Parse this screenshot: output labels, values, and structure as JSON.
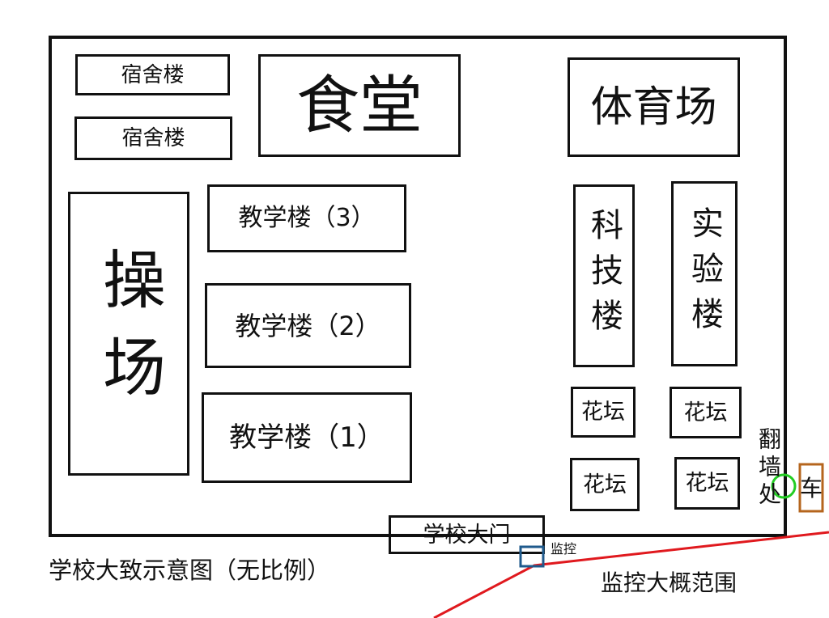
{
  "buildings": {
    "dorm_1": "宿舍楼",
    "dorm_2": "宿舍楼",
    "canteen": "食堂",
    "stadium": "体育场",
    "playground": "操场",
    "teaching_3": "教学楼（3）",
    "teaching_2": "教学楼（2）",
    "teaching_1": "教学楼（1）",
    "tech_building": "科技楼",
    "lab_building": "实验楼",
    "flowerbed_1": "花坛",
    "flowerbed_2": "花坛",
    "flowerbed_3": "花坛",
    "flowerbed_4": "花坛",
    "school_gate": "学校大门"
  },
  "markers": {
    "wall_climb": "翻墙处",
    "car": "车",
    "camera": "监控",
    "camera_range": "监控大概范围"
  },
  "caption": "学校大致示意图（无比例）",
  "colors": {
    "outline": "#111111",
    "camera_box": "#1f5a8c",
    "camera_range_line": "#e0191e",
    "car_box": "#b5651d",
    "wall_climb_circle": "#22cc22"
  }
}
